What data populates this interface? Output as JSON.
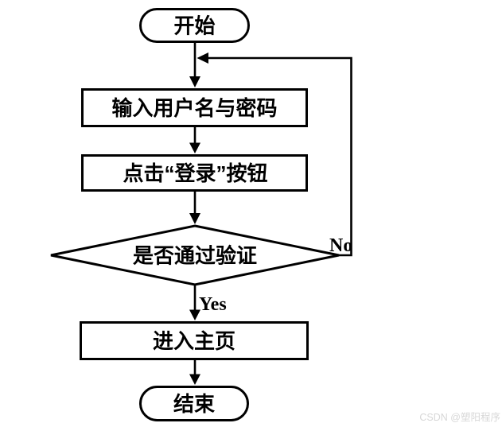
{
  "nodes": {
    "start": "开始",
    "input": "输入用户名与密码",
    "click": "点击“登录”按钮",
    "decision": "是否通过验证",
    "home": "进入主页",
    "end": "结束"
  },
  "edge_labels": {
    "yes": "Yes",
    "no": "No"
  },
  "colors": {
    "stroke": "#000000",
    "background": "#ffffff",
    "watermark_text": "#d7d7d7"
  },
  "watermark": "CSDN @塑阳程序"
}
